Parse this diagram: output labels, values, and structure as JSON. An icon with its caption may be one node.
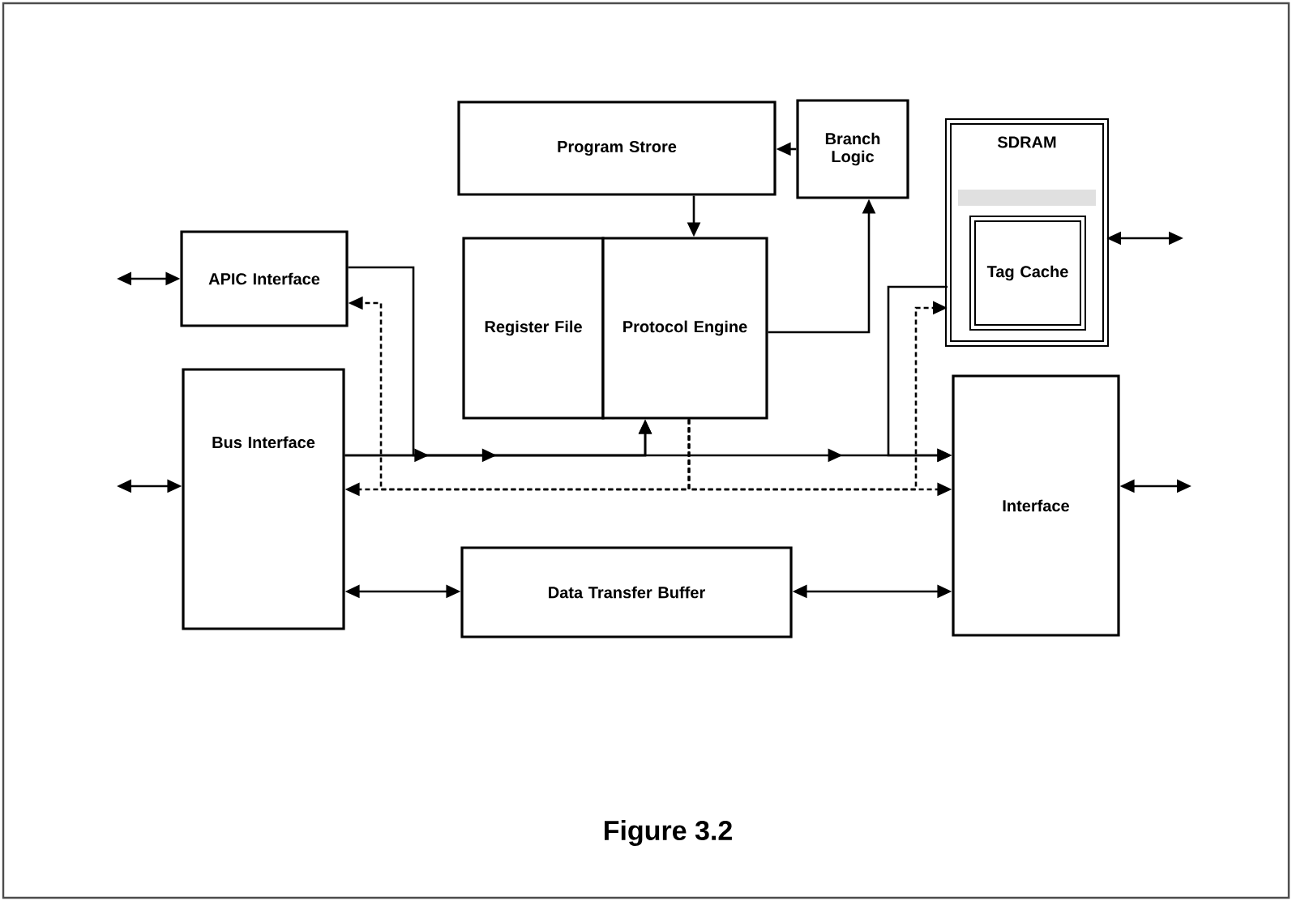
{
  "diagram": {
    "caption": "Figure 3.2",
    "nodes": [
      {
        "text": [
          "Program Strore"
        ]
      },
      {
        "text": [
          "Branch Logic"
        ]
      },
      {
        "text": [
          "SDRAM"
        ]
      },
      {
        "text": [
          "Tag Cache"
        ],
        "in": 2
      },
      {
        "text": [
          "APIC Interface"
        ]
      },
      {
        "text": [
          "Register File"
        ]
      },
      {
        "text": [
          "Protocol Engine"
        ]
      },
      {
        "text": [
          "Bus Interface"
        ]
      },
      {
        "text": [
          "Interface"
        ]
      },
      {
        "text": [
          "Data Transfer Buffer"
        ]
      }
    ],
    "edges": [
      {
        "from": null,
        "to": 4,
        "arrow": "both"
      },
      {
        "from": null,
        "to": 7,
        "arrow": "both"
      },
      {
        "from": 8,
        "to": null,
        "arrow": "both"
      },
      {
        "from": 2,
        "to": null,
        "arrow": "both"
      },
      {
        "from": 1,
        "to": 0,
        "arrow": "to"
      },
      {
        "from": 0,
        "to": 6,
        "arrow": "to"
      },
      {
        "from": 6,
        "to": 1,
        "arrow": "to"
      },
      {
        "from": 7,
        "to": 6,
        "arrow": "to"
      },
      {
        "from": 4,
        "to": 6,
        "arrow": "to"
      },
      {
        "from": 7,
        "to": 8,
        "arrow": "to"
      },
      {
        "from": 2,
        "to": 8,
        "arrow": "to"
      },
      {
        "from": 6,
        "to": 7,
        "arrow": "to",
        "style": "dashed"
      },
      {
        "from": 6,
        "to": 8,
        "arrow": "to",
        "style": "dashed"
      },
      {
        "from": 6,
        "to": 4,
        "arrow": "to",
        "style": "dashed"
      },
      {
        "from": 6,
        "to": 2,
        "arrow": "to",
        "style": "dashed"
      },
      {
        "from": 7,
        "to": 9,
        "arrow": "both"
      },
      {
        "from": 9,
        "to": 8,
        "arrow": "both"
      }
    ]
  }
}
